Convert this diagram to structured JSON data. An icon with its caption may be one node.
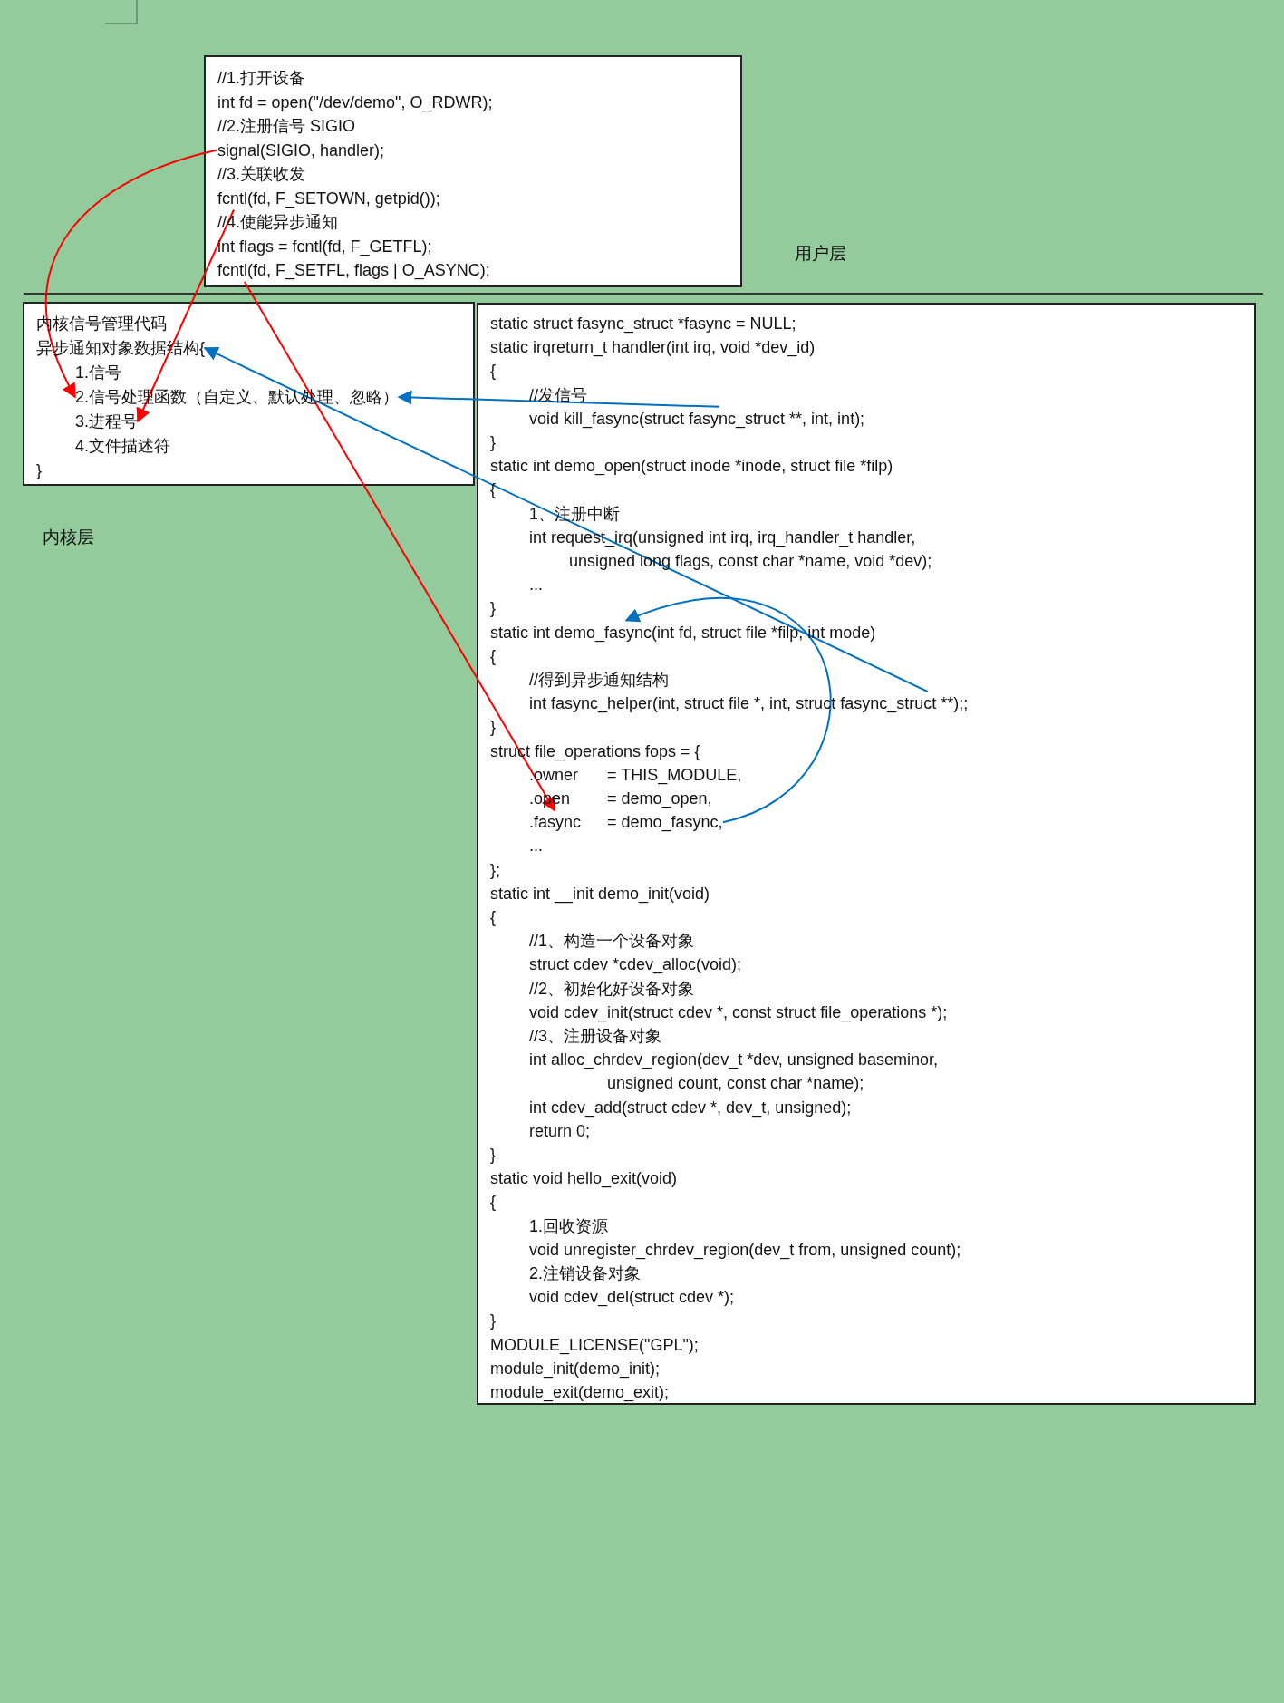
{
  "diagram": {
    "nodes": [
      {
        "text": [],
        "shape": "box"
      },
      {
        "text": [
          "//1.打开设备"
        ],
        "in": 0
      },
      {
        "text": [
          "int fd = open(\"/dev/demo\", O_RDWR);"
        ],
        "in": 0
      },
      {
        "text": [
          "//2.注册信号 SIGIO"
        ],
        "in": 0
      },
      {
        "text": [
          "signal(SIGIO, handler);"
        ],
        "in": 0
      },
      {
        "text": [
          "//3.关联收发"
        ],
        "in": 0
      },
      {
        "text": [
          "fcntl(fd, F_SETOWN, getpid());"
        ],
        "in": 0
      },
      {
        "text": [
          "//4.使能异步通知"
        ],
        "in": 0
      },
      {
        "text": [
          "int flags = fcntl(fd, F_GETFL);"
        ],
        "in": 0
      },
      {
        "text": [
          "fcntl(fd, F_SETFL, flags | O_ASYNC);"
        ],
        "in": 0
      },
      {
        "text": [],
        "shape": "box"
      },
      {
        "text": [
          "内核信号管理代码"
        ],
        "in": 10
      },
      {
        "text": [
          "异步通知对象数据结构{"
        ],
        "in": 10
      },
      {
        "text": [
          "1.信号"
        ],
        "in": 10
      },
      {
        "text": [
          "2.信号处理函数（自定义、默认处理、忽略）"
        ],
        "in": 10
      },
      {
        "text": [
          "3.进程号"
        ],
        "in": 10
      },
      {
        "text": [
          "4.文件描述符"
        ],
        "in": 10
      },
      {
        "text": [
          "}"
        ],
        "in": 10
      },
      {
        "text": [],
        "shape": "box"
      },
      {
        "text": [
          "static struct fasync_struct *fasync = NULL;"
        ],
        "in": 18
      },
      {
        "text": [
          "static irqreturn_t handler(int irq, void *dev_id)"
        ],
        "in": 18
      },
      {
        "text": [
          "{"
        ],
        "in": 18
      },
      {
        "text": [
          "//发信号"
        ],
        "in": 18
      },
      {
        "text": [
          "void kill_fasync(struct fasync_struct **, int, int);"
        ],
        "in": 18
      },
      {
        "text": [
          "}"
        ],
        "in": 18
      },
      {
        "text": [
          "static int demo_open(struct inode *inode, struct file *filp)"
        ],
        "in": 18
      },
      {
        "text": [
          "{"
        ],
        "in": 18
      },
      {
        "text": [
          "1、注册中断"
        ],
        "in": 18
      },
      {
        "text": [
          "int request_irq(unsigned int irq, irq_handler_t handler,"
        ],
        "in": 18
      },
      {
        "text": [
          "unsigned long flags, const char *name, void *dev);"
        ],
        "in": 18
      },
      {
        "text": [
          "..."
        ],
        "in": 18
      },
      {
        "text": [
          "}"
        ],
        "in": 18
      },
      {
        "text": [
          "static int demo_fasync(int fd, struct file *filp, int mode)"
        ],
        "in": 18
      },
      {
        "text": [
          "{"
        ],
        "in": 18
      },
      {
        "text": [
          "//得到异步通知结构"
        ],
        "in": 18
      },
      {
        "text": [
          "int fasync_helper(int, struct file *, int, struct fasync_struct **);;"
        ],
        "in": 18
      },
      {
        "text": [
          "}"
        ],
        "in": 18
      },
      {
        "text": [
          "struct file_operations fops = {"
        ],
        "in": 18
      },
      {
        "text": [
          ".owner",
          "= THIS_MODULE,"
        ],
        "in": 18
      },
      {
        "text": [
          ".open",
          "= demo_open,"
        ],
        "in": 18
      },
      {
        "text": [
          ".fasync",
          "= demo_fasync,"
        ],
        "in": 18
      },
      {
        "text": [
          "..."
        ],
        "in": 18
      },
      {
        "text": [
          "};"
        ],
        "in": 18
      },
      {
        "text": [
          "static int __init demo_init(void)"
        ],
        "in": 18
      },
      {
        "text": [
          "{"
        ],
        "in": 18
      },
      {
        "text": [
          "//1、构造一个设备对象"
        ],
        "in": 18
      },
      {
        "text": [
          "struct cdev *cdev_alloc(void);"
        ],
        "in": 18
      },
      {
        "text": [
          "//2、初始化好设备对象"
        ],
        "in": 18
      },
      {
        "text": [
          "void cdev_init(struct cdev *, const struct file_operations *);"
        ],
        "in": 18
      },
      {
        "text": [
          "//3、注册设备对象"
        ],
        "in": 18
      },
      {
        "text": [
          "int alloc_chrdev_region(dev_t *dev, unsigned baseminor,"
        ],
        "in": 18
      },
      {
        "text": [
          "unsigned count, const char *name);"
        ],
        "in": 18
      },
      {
        "text": [
          "int cdev_add(struct cdev *, dev_t, unsigned);"
        ],
        "in": 18
      },
      {
        "text": [
          "return 0;"
        ],
        "in": 18
      },
      {
        "text": [
          "}"
        ],
        "in": 18
      },
      {
        "text": [
          "static void hello_exit(void)"
        ],
        "in": 18
      },
      {
        "text": [
          "{"
        ],
        "in": 18
      },
      {
        "text": [
          "1.回收资源"
        ],
        "in": 18
      },
      {
        "text": [
          "void unregister_chrdev_region(dev_t from, unsigned count);"
        ],
        "in": 18
      },
      {
        "text": [
          "2.注销设备对象"
        ],
        "in": 18
      },
      {
        "text": [
          "void cdev_del(struct cdev *);"
        ],
        "in": 18
      },
      {
        "text": [
          "}"
        ],
        "in": 18
      },
      {
        "text": [
          "MODULE_LICENSE(\"GPL\");"
        ],
        "in": 18
      },
      {
        "text": [
          "module_init(demo_init);"
        ],
        "in": 18
      },
      {
        "text": [
          "module_exit(demo_exit);"
        ],
        "in": 18
      }
    ],
    "edges": [
      {
        "from": 4,
        "to": 14,
        "arrow": "to",
        "color": "#ff0000"
      },
      {
        "from": 6,
        "to": 15,
        "arrow": "to",
        "color": "#ff0000"
      },
      {
        "from": 9,
        "to": 40,
        "arrow": "to",
        "color": "#ff0000"
      },
      {
        "from": 23,
        "to": 14,
        "arrow": "to",
        "color": "#0070c0"
      },
      {
        "from": 35,
        "to": 12,
        "arrow": "to",
        "color": "#0070c0"
      },
      {
        "from": 40,
        "to": 32,
        "arrow": "to",
        "color": "#0070c0"
      }
    ],
    "labels": [
      "用户层",
      "内核层"
    ]
  }
}
